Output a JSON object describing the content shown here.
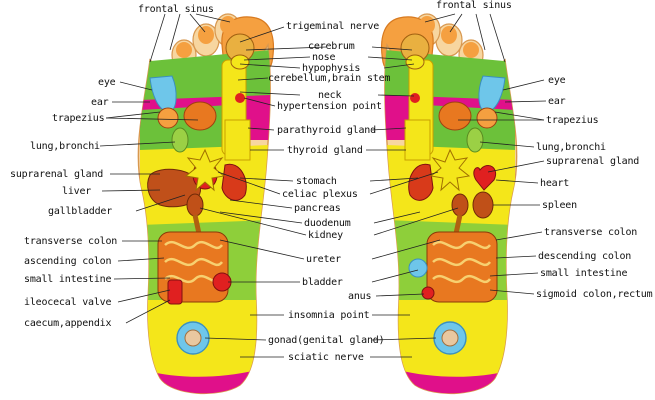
{
  "left_labels": {
    "frontal_sinus": "frontal sinus",
    "eye": "eye",
    "ear": "ear",
    "trapezius": "trapezius",
    "lung_bronchi": "lung,bronchi",
    "suprarenal_gland": "suprarenal gland",
    "liver": "liver",
    "gallbladder": "gallbladder",
    "transverse_colon": "transverse colon",
    "ascending_colon": "ascending colon",
    "small_intestine": "small intestine",
    "ileocecal_valve": "ileocecal valve",
    "caecum_appendix": "caecum,appendix"
  },
  "center_labels": {
    "trigeminal_nerve": "trigeminal nerve",
    "cerebrum": "cerebrum",
    "nose": "nose",
    "hypophysis": "hypophysis",
    "cerebellum_brain_stem": "cerebellum,brain stem",
    "neck": "neck",
    "hypertension_point": "hypertension point",
    "parathyroid_gland": "parathyroid gland",
    "thyroid_gland": "thyroid gland",
    "stomach": "stomach",
    "celiac_plexus": "celiac plexus",
    "pancreas": "pancreas",
    "duodenum": "duodenum",
    "kidney": "kidney",
    "ureter": "ureter",
    "bladder": "bladder",
    "insomnia_point": "insomnia point",
    "gonad": "gonad(genital gland)",
    "sciatic_nerve": "sciatic nerve",
    "anus": "anus"
  },
  "right_labels": {
    "frontal_sinus": "frontal sinus",
    "eye": "eye",
    "ear": "ear",
    "trapezius": "trapezius",
    "lung_bronchi": "lung,bronchi",
    "suprarenal_gland": "suprarenal gland",
    "heart": "heart",
    "spleen": "spleen",
    "transverse_colon": "transverse colon",
    "descending_colon": "descending colon",
    "small_intestine": "small intestine",
    "sigmoid_colon_rectum": "sigmoid colon,rectum"
  },
  "colors": {
    "foot_skin": "#f7d6a0",
    "toe_orange": "#f5a040",
    "green": "#6cc13a",
    "magenta": "#e0108a",
    "yellow": "#f4e61a",
    "blue": "#6ec6ea",
    "red": "#e02020",
    "organ_brown": "#b05a20",
    "intestine": "#e87820",
    "leader": "#222222"
  }
}
